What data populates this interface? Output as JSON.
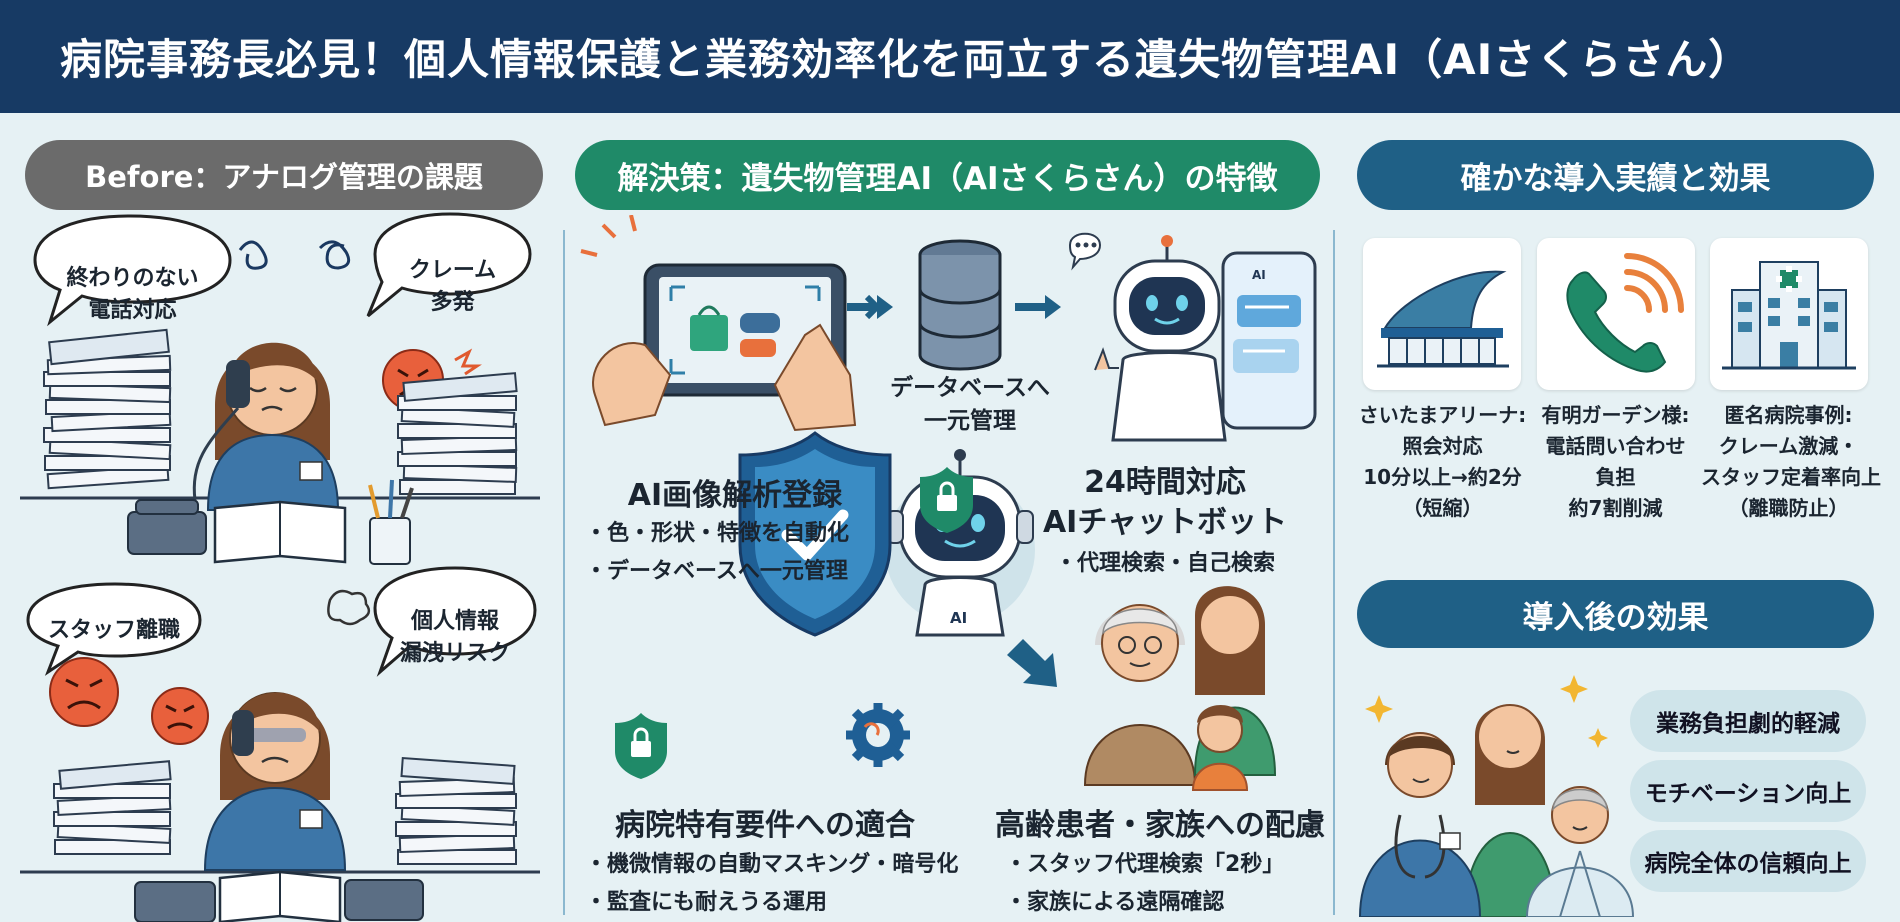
{
  "header": {
    "title": "病院事務長必見！個人情報保護と業務効率化を両立する遺失物管理AI（AIさくらさん）"
  },
  "before": {
    "title": "Before：アナログ管理の課題",
    "bubbles": [
      {
        "line1": "終わりのない",
        "line2": "電話対応"
      },
      {
        "line1": "クレーム",
        "line2": "多発"
      },
      {
        "line1": "スタッフ離職",
        "line2": ""
      },
      {
        "line1": "個人情報",
        "line2": "漏洩リスク"
      }
    ]
  },
  "solution": {
    "title": "解決策：遺失物管理AI（AIさくらさん）の特徴",
    "db_label": {
      "line1": "データベースへ",
      "line2": "一元管理"
    },
    "tablet_label": "AI",
    "robot_label": "AI",
    "features": [
      {
        "title": "AI画像解析登録",
        "bullets": [
          "色・形状・特徴を自動化",
          "データベースへ一元管理"
        ]
      },
      {
        "title_line1": "24時間対応",
        "title_line2": "AIチャットボット",
        "bullets": [
          "代理検索・自己検索"
        ]
      },
      {
        "title": "病院特有要件への適合",
        "bullets": [
          "機微情報の自動マスキング・暗号化",
          "監査にも耐えうる運用"
        ]
      },
      {
        "title": "高齢患者・家族への配慮",
        "bullets": [
          "スタッフ代理検索「2秒」",
          "家族による遠隔確認"
        ]
      }
    ]
  },
  "results": {
    "title": "確かな導入実績と効果",
    "cases": [
      {
        "icon": "arena-icon",
        "lines": [
          "さいたまアリーナ:",
          "照会対応",
          "10分以上→約2分",
          "（短縮）"
        ]
      },
      {
        "icon": "phone-icon",
        "lines": [
          "有明ガーデン様:",
          "電話問い合わせ",
          "負担",
          "約7割削減"
        ]
      },
      {
        "icon": "hospital-icon",
        "lines": [
          "匿名病院事例:",
          "クレーム激減・",
          "スタッフ定着率向上",
          "（離職防止）"
        ]
      }
    ],
    "effects_title": "導入後の効果",
    "effects": [
      "業務負担劇的軽減",
      "モチベーション向上",
      "病院全体の信頼向上"
    ]
  },
  "colors": {
    "navy": "#173a64",
    "green": "#1f8a68",
    "blue": "#1f6086",
    "gray": "#6b6b6b",
    "background": "#e6f1f4"
  }
}
